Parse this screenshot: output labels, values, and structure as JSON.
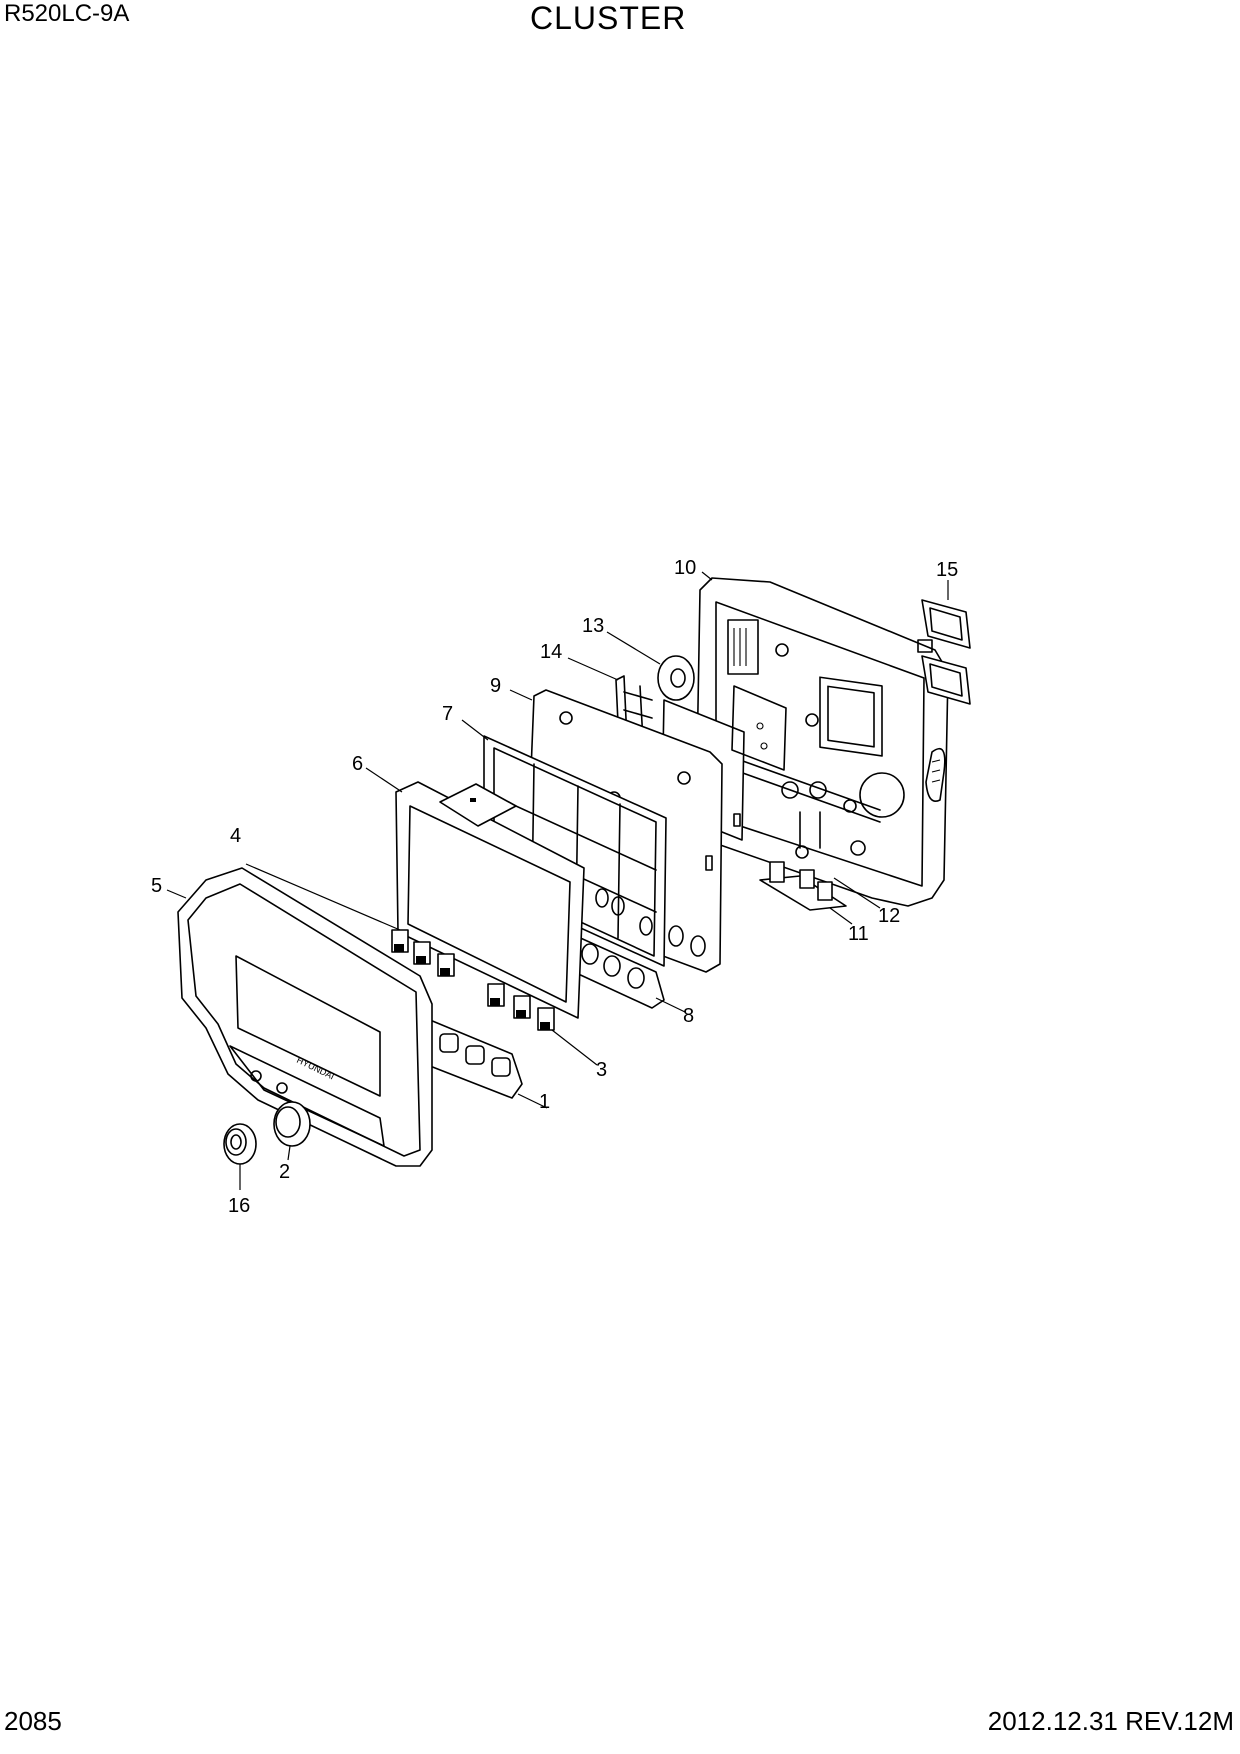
{
  "header": {
    "model": "R520LC-9A",
    "title": "CLUSTER"
  },
  "footer": {
    "page_number": "2085",
    "revision": "2012.12.31  REV.12M"
  },
  "diagram": {
    "brand_text": "HYUNDAI",
    "callouts": [
      "1",
      "2",
      "3",
      "4",
      "5",
      "6",
      "7",
      "8",
      "9",
      "10",
      "11",
      "12",
      "13",
      "14",
      "15",
      "16"
    ]
  }
}
